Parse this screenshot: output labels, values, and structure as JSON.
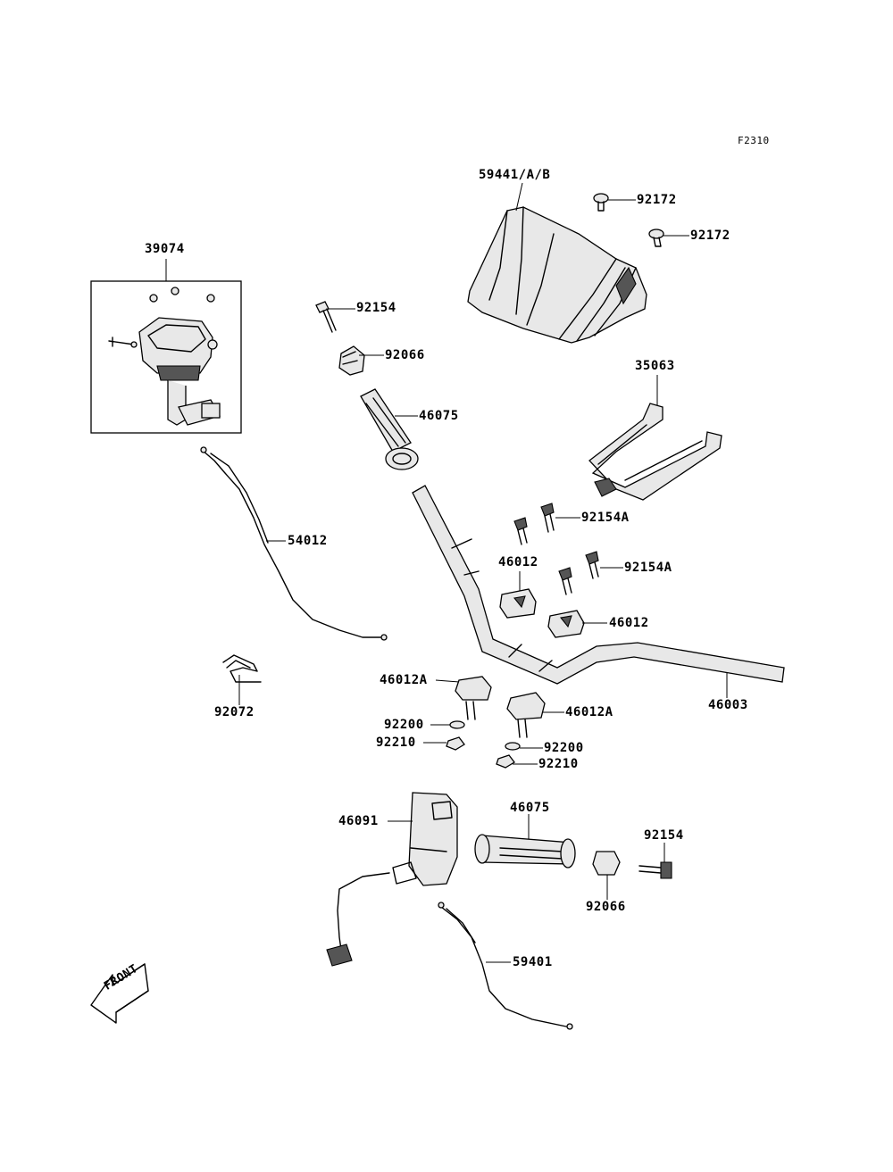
{
  "figure_code": "F2310",
  "front_label": "FRONT",
  "labels": {
    "l59441": "59441/A/B",
    "l92172a": "92172",
    "l92172b": "92172",
    "l39074": "39074",
    "l92154_top": "92154",
    "l92066_top": "92066",
    "l46075_top": "46075",
    "l35063": "35063",
    "l54012": "54012",
    "l92154A_1": "92154A",
    "l46012_1": "46012",
    "l92154A_2": "92154A",
    "l46012_2": "46012",
    "l92072": "92072",
    "l46012A_1": "46012A",
    "l46012A_2": "46012A",
    "l46003": "46003",
    "l92200_1": "92200",
    "l92210_1": "92210",
    "l92200_2": "92200",
    "l92210_2": "92210",
    "l46091": "46091",
    "l46075_bot": "46075",
    "l92154_bot": "92154",
    "l92066_bot": "92066",
    "l59401": "59401"
  }
}
